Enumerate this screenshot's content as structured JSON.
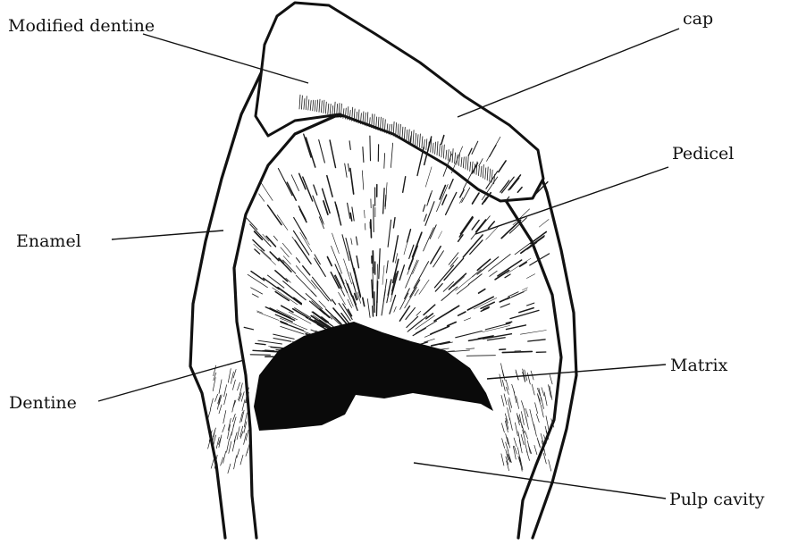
{
  "labels": {
    "modified_dentine": "Modified dentine",
    "cap": "cap",
    "pedicel": "Pedicel",
    "enamel": "Enamel",
    "matrix": "Matrix",
    "dentine": "Dentine",
    "pulp_cavity": "Pulp cavity"
  },
  "colors": {
    "ink": "#111111",
    "background": "#ffffff"
  }
}
